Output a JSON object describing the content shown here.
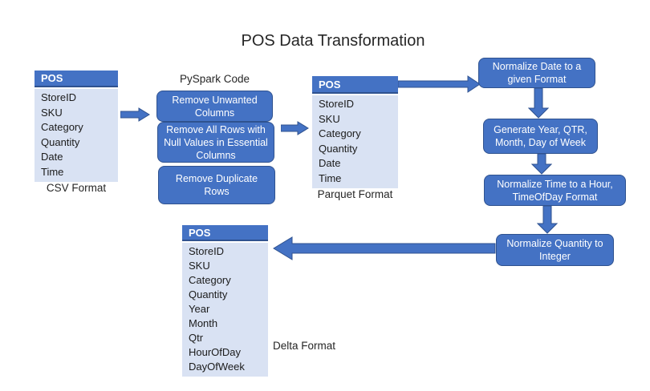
{
  "title": "POS Data Transformation",
  "labels": {
    "pyspark": "PySpark Code"
  },
  "colors": {
    "accent": "#4472C4",
    "accent_dark": "#2F528F",
    "table_body_fill": "#D9E2F3",
    "text_dark": "#262626",
    "box_text": "#FFFFFF"
  },
  "tables": {
    "csv": {
      "header": "POS",
      "rows": [
        "StoreID",
        "SKU",
        "Category",
        "Quantity",
        "Date",
        "Time"
      ],
      "caption": "CSV Format"
    },
    "parquet": {
      "header": "POS",
      "rows": [
        "StoreID",
        "SKU",
        "Category",
        "Quantity",
        "Date",
        "Time"
      ],
      "caption": "Parquet Format"
    },
    "delta": {
      "header": "POS",
      "rows": [
        "StoreID",
        "SKU",
        "Category",
        "Quantity",
        "Year",
        "Month",
        "Qtr",
        "HourOfDay",
        "DayOfWeek"
      ],
      "caption": "Delta Format"
    }
  },
  "process_boxes": {
    "remove_unwanted": "Remove Unwanted Columns",
    "remove_null": "Remove All Rows with Null Values in Essential Columns",
    "remove_duplicate": "Remove Duplicate Rows",
    "normalize_date": "Normalize Date to a given Format",
    "generate_year": "Generate Year, QTR, Month, Day of Week",
    "normalize_time": "Normalize Time to a Hour, TimeOfDay Format",
    "normalize_quantity": "Normalize Quantity to Integer"
  }
}
